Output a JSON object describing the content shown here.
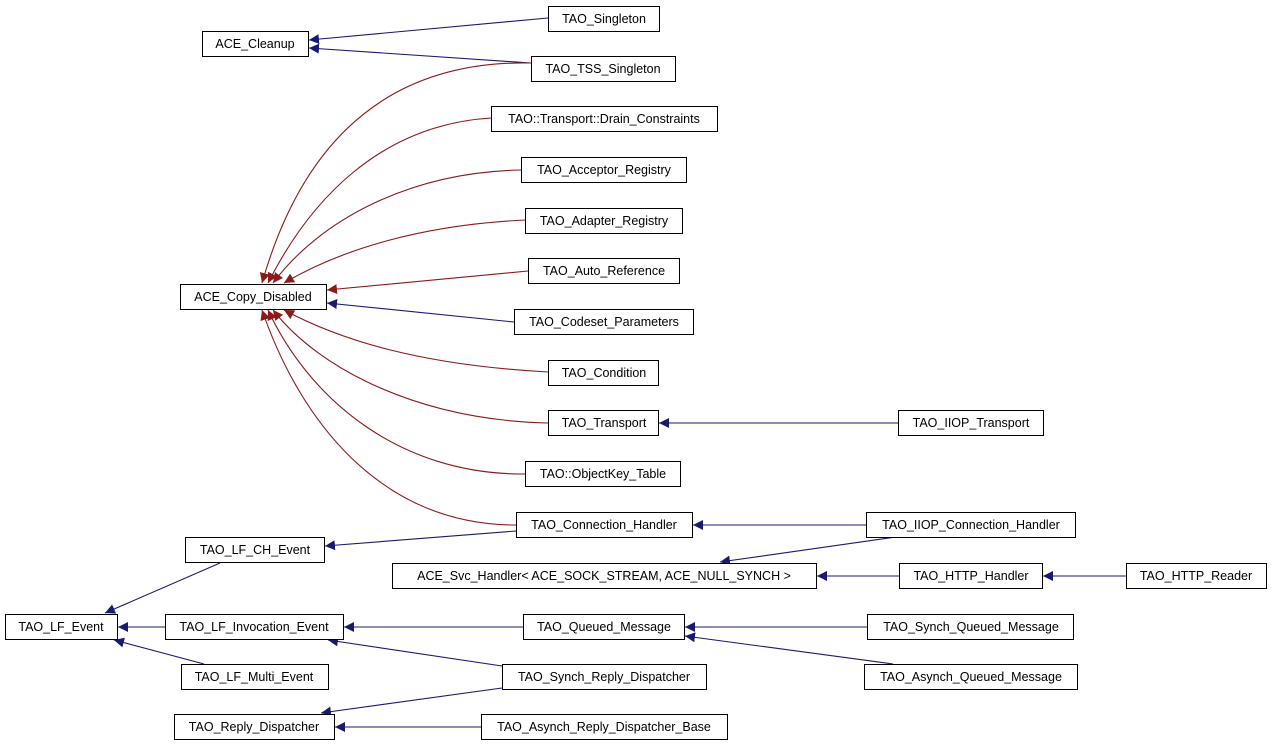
{
  "colors": {
    "public_inheritance": "#191970",
    "protected_inheritance": "#8b1a1a",
    "node_border": "#000000",
    "node_fill": "#ffffff"
  },
  "nodes": {
    "ace_cleanup": "ACE_Cleanup",
    "tao_singleton": "TAO_Singleton",
    "tao_tss_singleton": "TAO_TSS_Singleton",
    "drain_constraints": "TAO::Transport::Drain_Constraints",
    "acceptor_registry": "TAO_Acceptor_Registry",
    "adapter_registry": "TAO_Adapter_Registry",
    "auto_reference": "TAO_Auto_Reference",
    "ace_copy_disabled": "ACE_Copy_Disabled",
    "codeset_parameters": "TAO_Codeset_Parameters",
    "condition": "TAO_Condition",
    "transport": "TAO_Transport",
    "iiop_transport": "TAO_IIOP_Transport",
    "objectkey_table": "TAO::ObjectKey_Table",
    "connection_handler": "TAO_Connection_Handler",
    "iiop_connection_handler": "TAO_IIOP_Connection_Handler",
    "lf_ch_event": "TAO_LF_CH_Event",
    "ace_svc_handler": "ACE_Svc_Handler< ACE_SOCK_STREAM, ACE_NULL_SYNCH >",
    "http_handler": "TAO_HTTP_Handler",
    "http_reader": "TAO_HTTP_Reader",
    "lf_event": "TAO_LF_Event",
    "lf_invocation_event": "TAO_LF_Invocation_Event",
    "queued_message": "TAO_Queued_Message",
    "synch_queued_message": "TAO_Synch_Queued_Message",
    "lf_multi_event": "TAO_LF_Multi_Event",
    "synch_reply_dispatcher": "TAO_Synch_Reply_Dispatcher",
    "asynch_queued_message": "TAO_Asynch_Queued_Message",
    "reply_dispatcher": "TAO_Reply_Dispatcher",
    "asynch_reply_dispatcher_base": "TAO_Asynch_Reply_Dispatcher_Base"
  },
  "edges": [
    {
      "from": "tao_singleton",
      "to": "ace_cleanup",
      "kind": "public"
    },
    {
      "from": "tao_tss_singleton",
      "to": "ace_cleanup",
      "kind": "public"
    },
    {
      "from": "tao_tss_singleton",
      "to": "ace_copy_disabled",
      "kind": "protected"
    },
    {
      "from": "drain_constraints",
      "to": "ace_copy_disabled",
      "kind": "protected"
    },
    {
      "from": "acceptor_registry",
      "to": "ace_copy_disabled",
      "kind": "protected"
    },
    {
      "from": "adapter_registry",
      "to": "ace_copy_disabled",
      "kind": "protected"
    },
    {
      "from": "auto_reference",
      "to": "ace_copy_disabled",
      "kind": "protected"
    },
    {
      "from": "codeset_parameters",
      "to": "ace_copy_disabled",
      "kind": "public"
    },
    {
      "from": "condition",
      "to": "ace_copy_disabled",
      "kind": "protected"
    },
    {
      "from": "transport",
      "to": "ace_copy_disabled",
      "kind": "protected"
    },
    {
      "from": "objectkey_table",
      "to": "ace_copy_disabled",
      "kind": "protected"
    },
    {
      "from": "connection_handler",
      "to": "ace_copy_disabled",
      "kind": "protected"
    },
    {
      "from": "iiop_transport",
      "to": "transport",
      "kind": "public"
    },
    {
      "from": "iiop_connection_handler",
      "to": "connection_handler",
      "kind": "public"
    },
    {
      "from": "iiop_connection_handler",
      "to": "ace_svc_handler",
      "kind": "public"
    },
    {
      "from": "connection_handler",
      "to": "lf_ch_event",
      "kind": "public"
    },
    {
      "from": "http_handler",
      "to": "ace_svc_handler",
      "kind": "public"
    },
    {
      "from": "http_reader",
      "to": "http_handler",
      "kind": "public"
    },
    {
      "from": "lf_ch_event",
      "to": "lf_event",
      "kind": "public"
    },
    {
      "from": "lf_invocation_event",
      "to": "lf_event",
      "kind": "public"
    },
    {
      "from": "lf_multi_event",
      "to": "lf_event",
      "kind": "public"
    },
    {
      "from": "queued_message",
      "to": "lf_invocation_event",
      "kind": "public"
    },
    {
      "from": "synch_reply_dispatcher",
      "to": "lf_invocation_event",
      "kind": "public"
    },
    {
      "from": "synch_queued_message",
      "to": "queued_message",
      "kind": "public"
    },
    {
      "from": "asynch_queued_message",
      "to": "queued_message",
      "kind": "public"
    },
    {
      "from": "synch_reply_dispatcher",
      "to": "reply_dispatcher",
      "kind": "public"
    },
    {
      "from": "asynch_reply_dispatcher_base",
      "to": "reply_dispatcher",
      "kind": "public"
    }
  ]
}
